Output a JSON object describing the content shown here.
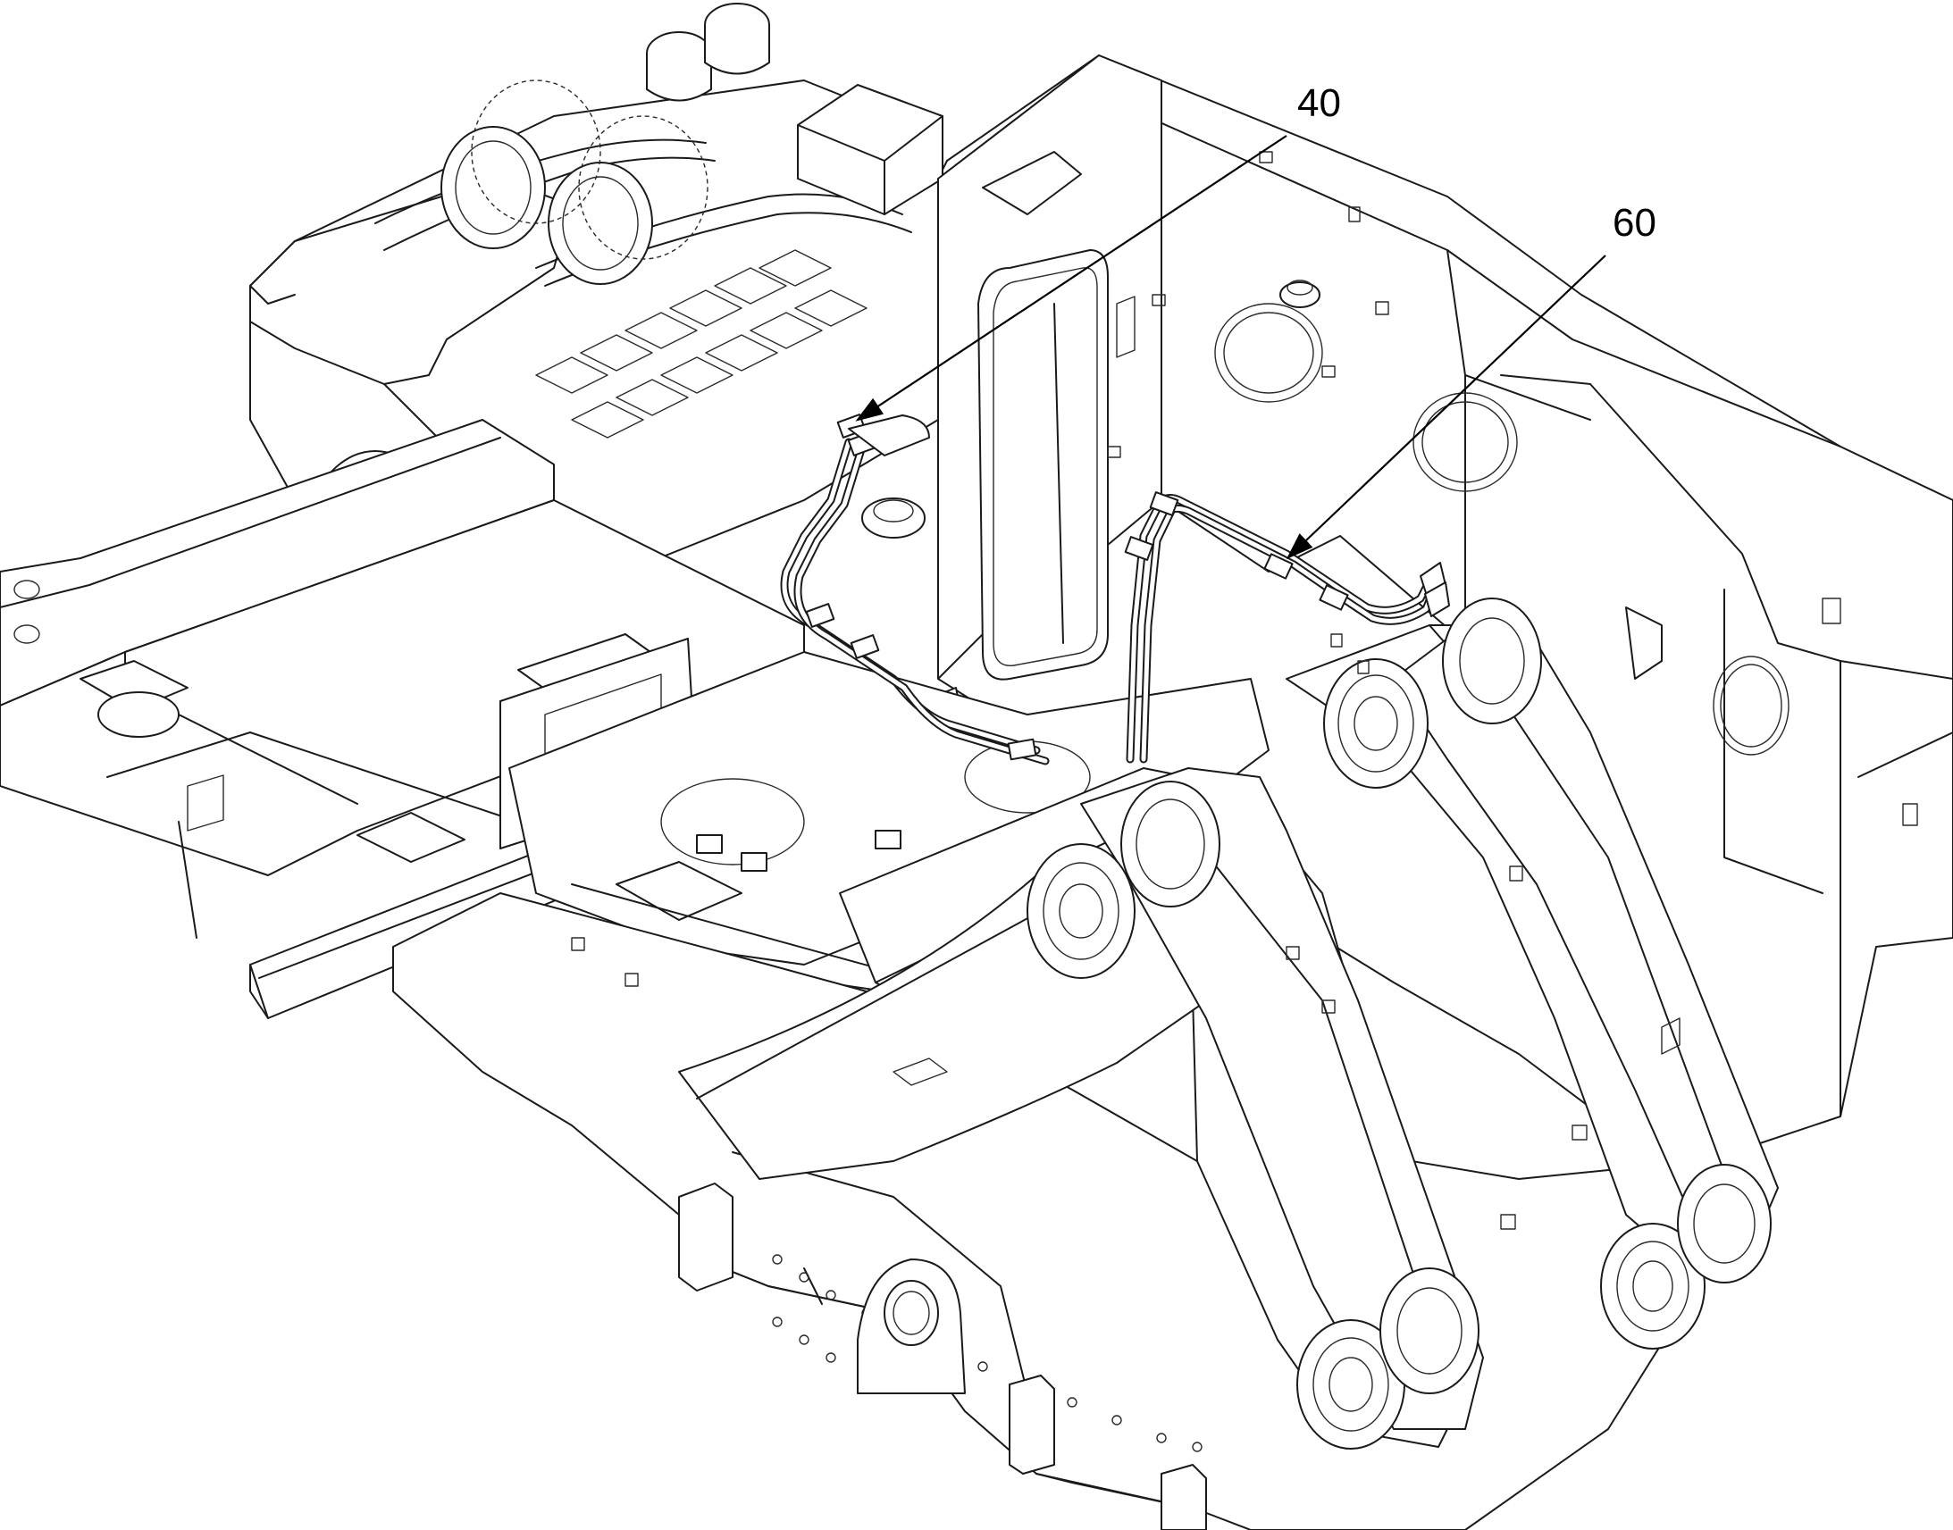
{
  "callouts": [
    {
      "id": "40",
      "text": "40"
    },
    {
      "id": "60",
      "text": "60"
    }
  ],
  "colors": {
    "line": "#1a1a1a",
    "background": "#ffffff"
  }
}
